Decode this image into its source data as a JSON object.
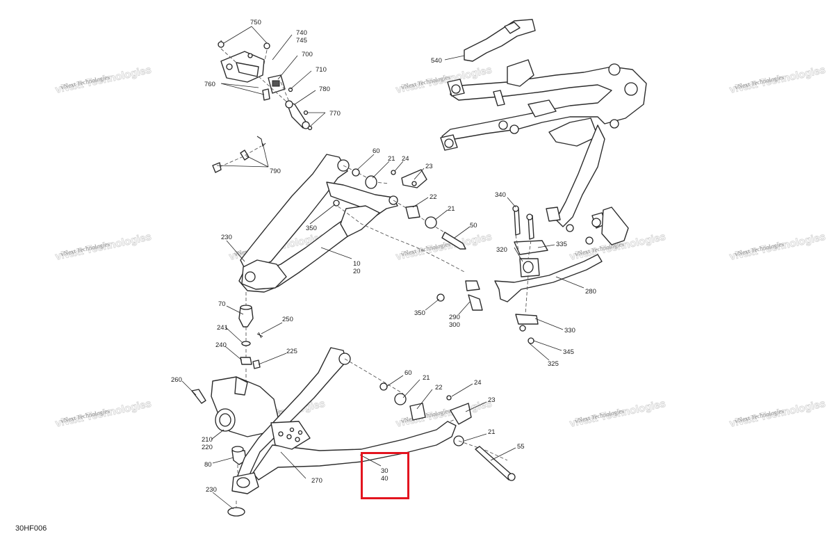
{
  "diagram_code": "30HF006",
  "highlight_color": "#e3141f",
  "watermark_text": "vNext Technologies",
  "callouts": [
    "750",
    "740",
    "745",
    "700",
    "710",
    "760",
    "780",
    "770",
    "790",
    "540",
    "60",
    "21",
    "24",
    "23",
    "22",
    "21",
    "50",
    "230",
    "350",
    "10",
    "20",
    "340",
    "320",
    "335",
    "280",
    "350",
    "290",
    "300",
    "330",
    "345",
    "325",
    "70",
    "241",
    "250",
    "240",
    "225",
    "260",
    "210",
    "220",
    "80",
    "230",
    "270",
    "60",
    "21",
    "22",
    "24",
    "23",
    "21",
    "55",
    "30",
    "40"
  ]
}
